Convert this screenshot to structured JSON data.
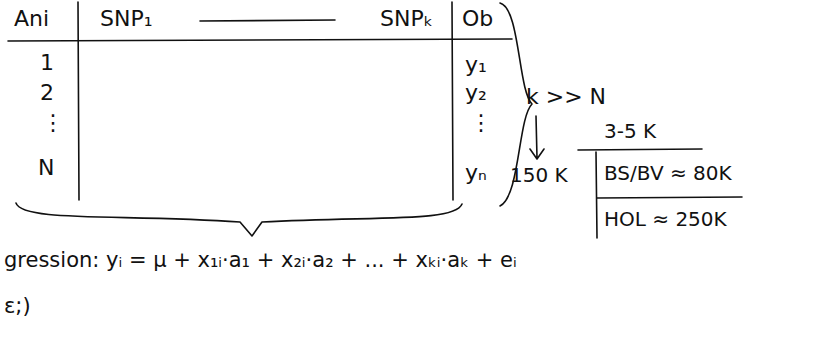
{
  "diagram": {
    "labels": [
      "Ani",
      "SNP₁",
      "SNPₖ",
      "Ob",
      "1",
      "2",
      "⋮",
      "N",
      "y₁",
      "y₂",
      "⋮",
      "yₙ",
      "k >> N",
      "3-5 K",
      "150 K",
      "BS/BV ≈ 80K",
      "HOL ≈ 250K",
      "gression: yᵢ = μ + x₁ᵢ·a₁ + x₂ᵢ·a₂ + ... + xₖᵢ·aₖ + eᵢ",
      "ε;)"
    ]
  }
}
